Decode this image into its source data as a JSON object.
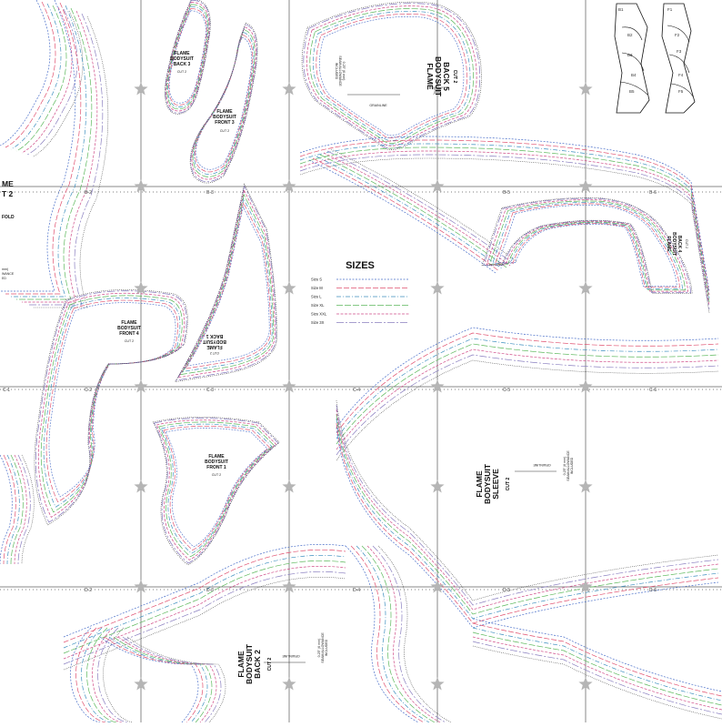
{
  "sizes": {
    "title": "SIZES",
    "items": [
      {
        "label": "Size S",
        "color": "#4a6fc9",
        "dash": "2 1.5"
      },
      {
        "label": "Size M",
        "color": "#e0506e",
        "dash": "6 2"
      },
      {
        "label": "Size L",
        "color": "#3d8fbf",
        "dash": "5 2 1 2"
      },
      {
        "label": "Size XL",
        "color": "#5cb85c",
        "dash": "7 2"
      },
      {
        "label": "Size XXL",
        "color": "#d04f8a",
        "dash": "3 1.5"
      },
      {
        "label": "Size 3X",
        "color": "#8a7fc0",
        "dash": "8 2 2 2"
      }
    ]
  },
  "pieces": {
    "back3": {
      "l1": "FLAME",
      "l2": "BODYSUIT",
      "l3": "BACK 3",
      "cut": "CUT 2"
    },
    "front3": {
      "l1": "FLAME",
      "l2": "BODYSUIT",
      "l3": "FRONT 3",
      "cut": "CUT 2"
    },
    "back5": {
      "l1": "FLAME",
      "l2": "BODYSUIT",
      "l3": "BACK 5",
      "cut": "CUT 2"
    },
    "front2": {
      "l1": "ME",
      "l2": "T 2",
      "fold": "FOLD"
    },
    "back1": {
      "l1": "FLAME",
      "l2": "BODYSUIT",
      "l3": "BACK 1",
      "cut": "CUT 2"
    },
    "front4": {
      "l1": "FLAME",
      "l2": "BODYSUIT",
      "l3": "FRONT 4",
      "cut": "CUT 2"
    },
    "back4": {
      "l1": "FLAME",
      "l2": "BODYSUIT",
      "l3": "BACK 4",
      "cut": "CUT 2"
    },
    "front1": {
      "l1": "FLAME",
      "l2": "BODYSUIT",
      "l3": "FRONT 1",
      "cut": "CUT 2"
    },
    "sleeve": {
      "l1": "FLAME",
      "l2": "BODYSUIT",
      "l3": "SLEEVE",
      "cut": "CUT 2"
    },
    "back2": {
      "l1": "FLAME",
      "l2": "BODYSUIT",
      "l3": "BACK 2",
      "cut": "CUT 2"
    }
  },
  "grainline": "GRAINLINE",
  "seam": {
    "a": "0.25\" (6 mm)",
    "b": "SEAM ALLOWANCE",
    "c": "INCLUDED"
  },
  "row_markers": [
    {
      "row": "B",
      "labels": [
        "B-2",
        "B-3",
        "B-5",
        "B-6"
      ]
    },
    {
      "row": "C",
      "labels": [
        "C-1",
        "C-2",
        "C-3",
        "C-4",
        "C-5",
        "C-6"
      ]
    },
    {
      "row": "D",
      "labels": [
        "D-2",
        "D-3",
        "D-4",
        "D-5",
        "D-6"
      ]
    }
  ],
  "thumbnail": {
    "left": [
      "B1",
      "B2",
      "B3",
      "B4",
      "B5"
    ],
    "right": [
      "F1",
      "F2",
      "F3",
      "F4",
      "F5"
    ]
  },
  "sleeve_side_text": {
    "a": "0.25\" (6 mm)",
    "b": "SEAM ALLOWANCE",
    "c": "INCLUDED"
  },
  "left_edge_text": {
    "a": "mm)",
    "b": "WANCE",
    "c": "ED"
  }
}
